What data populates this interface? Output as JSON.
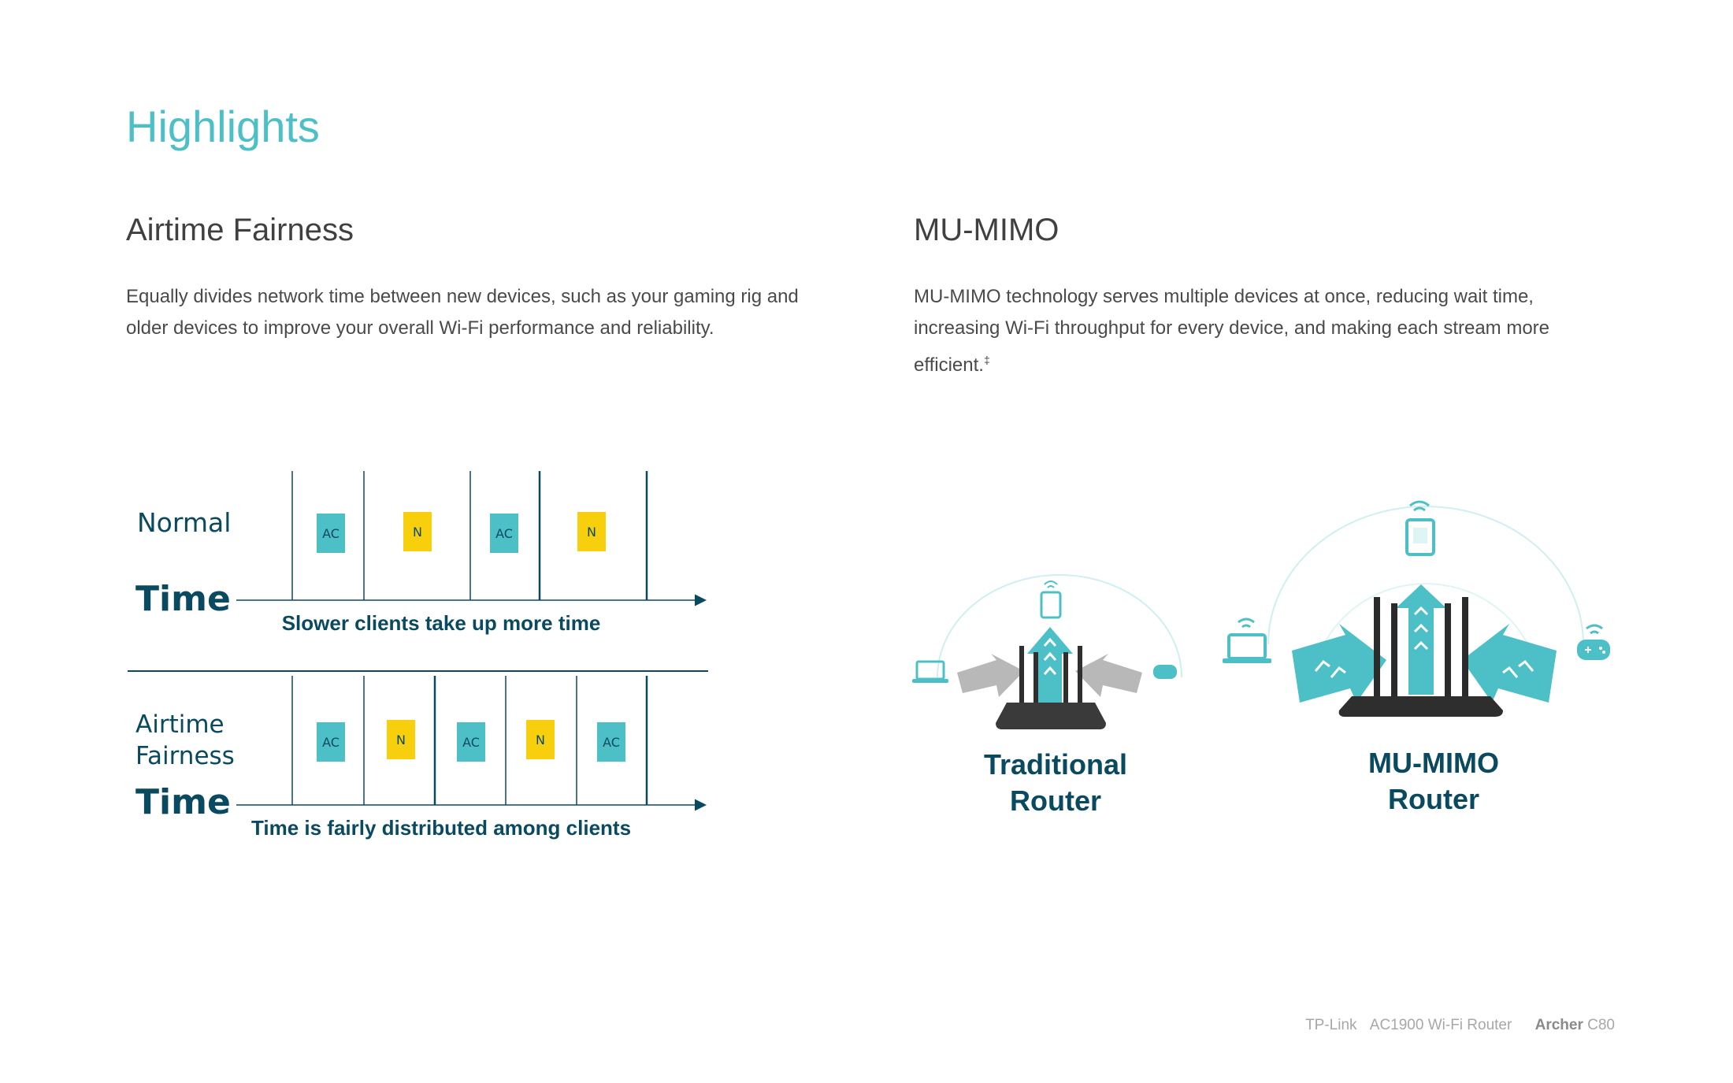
{
  "page": {
    "title": "Highlights"
  },
  "airtime": {
    "title": "Airtime Fairness",
    "body": "Equally divides network time between new devices, such as your gaming rig and older devices to improve your overall Wi-Fi performance and reliability.",
    "diagram": {
      "normal_label": "Normal",
      "time_label": "Time",
      "normal_caption": "Slower clients take up more time",
      "fair_label_line1": "Airtime",
      "fair_label_line2": "Fairness",
      "fair_caption": "Time is fairly distributed among clients",
      "normal_blocks": [
        "AC",
        "N",
        "AC",
        "N"
      ],
      "fair_blocks": [
        "AC",
        "N",
        "AC",
        "N",
        "AC"
      ]
    }
  },
  "mumimo": {
    "title": "MU-MIMO",
    "body_main": "MU-MIMO technology serves multiple devices at once, reducing wait time, increasing Wi-Fi throughput for every device, and making each stream more efficient.",
    "footnote_mark": "‡",
    "traditional_line1": "Traditional",
    "traditional_line2": "Router",
    "mumimo_line1": "MU-MIMO",
    "mumimo_line2": "Router"
  },
  "footer": {
    "brand": "TP-Link",
    "model_desc": "AC1900 Wi-Fi Router",
    "series": "Archer",
    "model": "C80"
  },
  "colors": {
    "teal": "#4cc0c6",
    "dark_teal": "#0a4a60",
    "yellow": "#f7cf0d",
    "gray_arrow": "#b0b0b0",
    "router": "#3a3a3a"
  },
  "icons": [
    "laptop-icon",
    "tablet-icon",
    "gamepad-icon",
    "wifi-icon",
    "router-icon",
    "arrow-icon"
  ]
}
